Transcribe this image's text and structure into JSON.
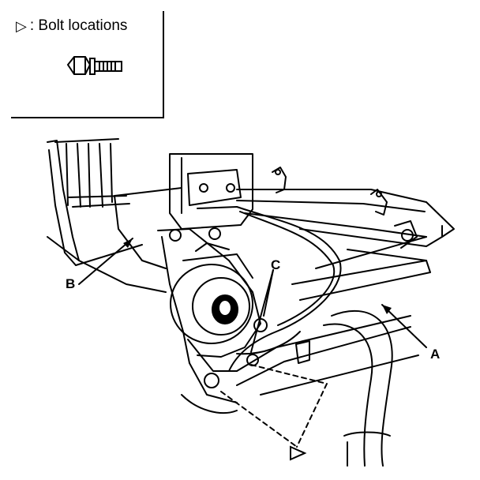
{
  "legend": {
    "symbol": "▷",
    "label": ": Bolt locations",
    "bolt_icon": "flange-bolt-icon"
  },
  "callouts": {
    "a": "A",
    "b": "B",
    "c": "C"
  },
  "bolt_marker_symbol": "▷",
  "colors": {
    "line": "#000000",
    "background": "#ffffff"
  }
}
